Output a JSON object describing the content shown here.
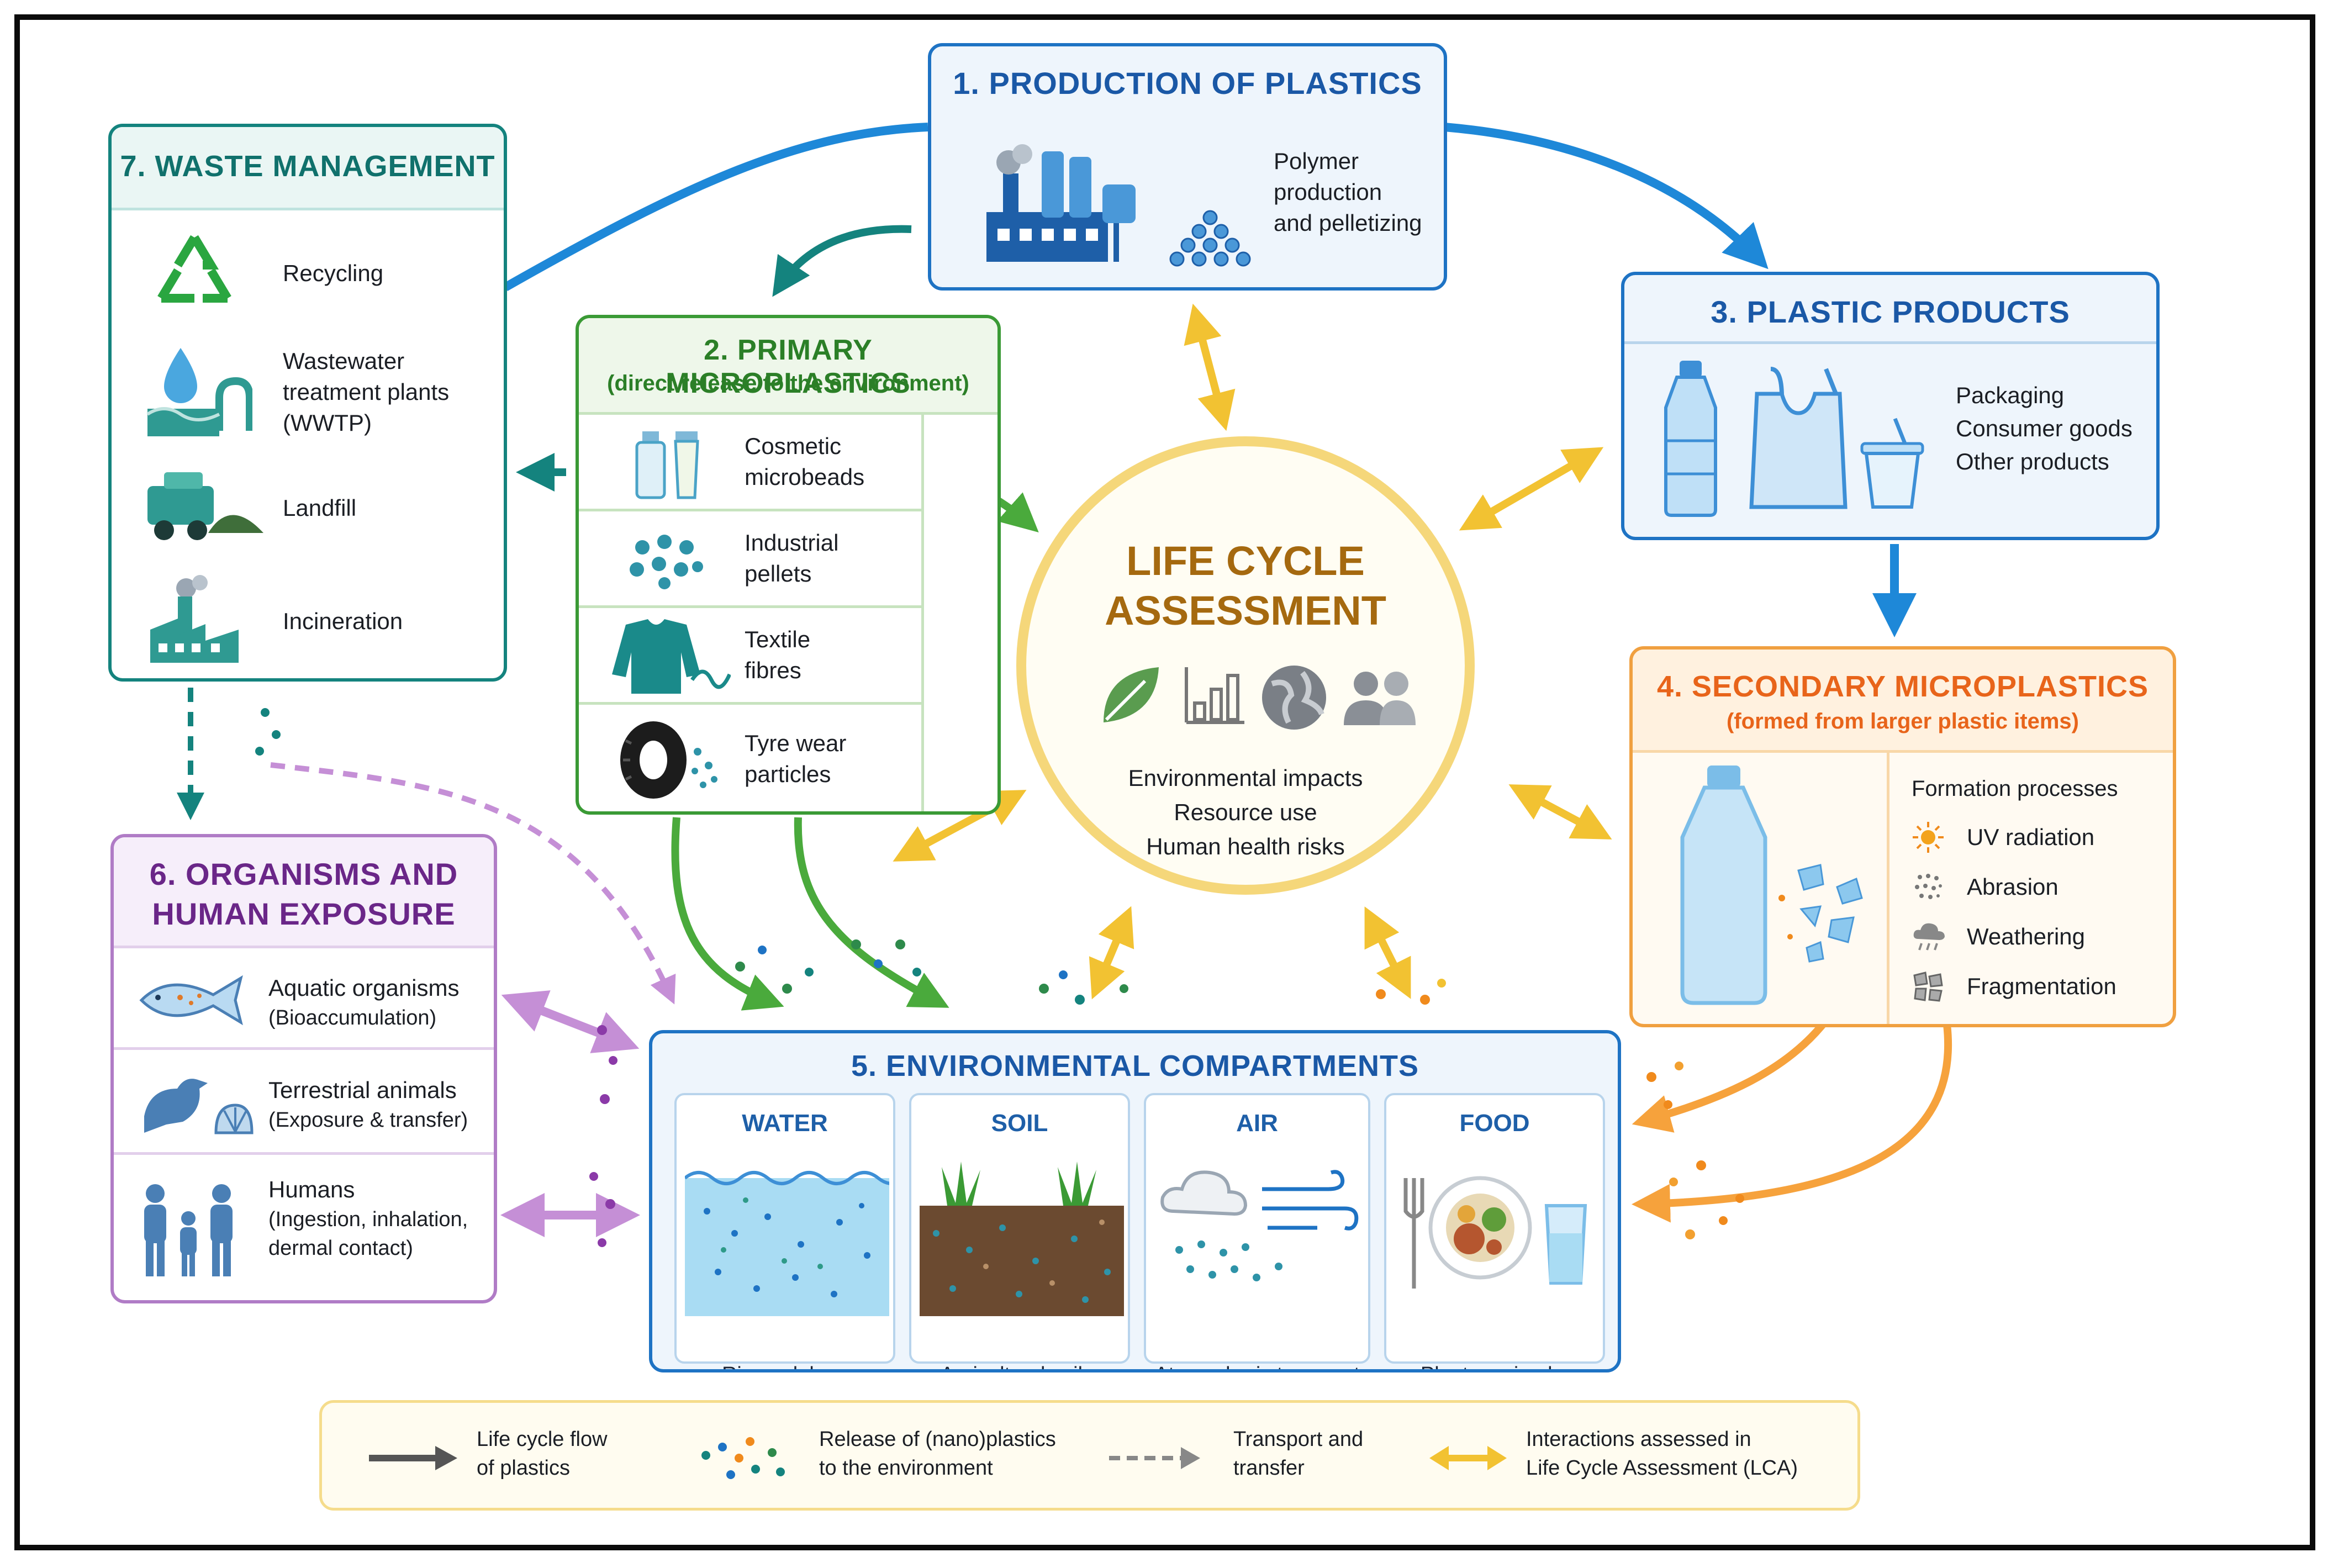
{
  "diagram": {
    "center": {
      "title_line1": "LIFE CYCLE",
      "title_line2": "ASSESSMENT",
      "lines": [
        "Environmental impacts",
        "Resource use",
        "Human health risks"
      ],
      "icons": [
        "leaf-icon",
        "bar-chart-icon",
        "globe-icon",
        "people-icon"
      ]
    },
    "production": {
      "title": "1. PRODUCTION OF PLASTICS",
      "text": "Polymer\nproduction\nand pelletizing",
      "icons": [
        "factory-icon",
        "pellets-icon"
      ]
    },
    "primary": {
      "title": "2. PRIMARY MICROPLASTICS",
      "subtitle": "(direct release to the environment)",
      "items": [
        {
          "label": "Cosmetic\nmicrobeads",
          "icon": "cosmetics-icon"
        },
        {
          "label": "Industrial\npellets",
          "icon": "pellets-icon"
        },
        {
          "label": "Textile\nfibres",
          "icon": "sweater-icon"
        },
        {
          "label": "Tyre wear\nparticles",
          "icon": "tyre-icon"
        }
      ]
    },
    "products": {
      "title": "3. PLASTIC PRODUCTS",
      "items": [
        "Packaging",
        "Consumer goods",
        "Other products"
      ],
      "icons": [
        "bottle-icon",
        "plastic-bag-icon",
        "cup-icon"
      ]
    },
    "secondary": {
      "title": "4. SECONDARY MICROPLASTICS",
      "subtitle": "(formed from larger plastic items)",
      "processes_title": "Formation processes",
      "processes": [
        {
          "label": "UV radiation",
          "icon": "sun-icon"
        },
        {
          "label": "Abrasion",
          "icon": "abrasion-icon"
        },
        {
          "label": "Weathering",
          "icon": "cloud-rain-icon"
        },
        {
          "label": "Fragmentation",
          "icon": "fragments-icon"
        }
      ]
    },
    "environment": {
      "title": "5. ENVIRONMENTAL COMPARTMENTS",
      "compartments": [
        {
          "name": "WATER",
          "text": "Rivers, lakes,\nseas, oceans,\ngroundwater",
          "icon": "water-icon"
        },
        {
          "name": "SOIL",
          "text": "Agricultural soils,\nforest soils,\nsediments",
          "icon": "soil-icon"
        },
        {
          "name": "AIR",
          "text": "Atmospheric transport\nand deposition",
          "icon": "wind-icon"
        },
        {
          "name": "FOOD",
          "text": "Plants, animals,\nseafood, salt,\ndrinking water",
          "icon": "food-plate-icon"
        }
      ]
    },
    "organisms": {
      "title_line1": "6. ORGANISMS AND",
      "title_line2": "HUMAN EXPOSURE",
      "items": [
        {
          "label": "Aquatic organisms",
          "detail": "(Bioaccumulation)",
          "icon": "fish-icon"
        },
        {
          "label": "Terrestrial animals",
          "detail": "(Exposure & transfer)",
          "icon": "bird-icon"
        },
        {
          "label": "Humans",
          "detail": "(Ingestion, inhalation,\ndermal contact)",
          "icon": "family-icon"
        }
      ]
    },
    "waste": {
      "title": "7. WASTE MANAGEMENT",
      "items": [
        {
          "label": "Recycling",
          "icon": "recycle-icon"
        },
        {
          "label": "Wastewater\ntreatment plants\n(WWTP)",
          "icon": "wwtp-icon"
        },
        {
          "label": "Landfill",
          "icon": "landfill-truck-icon"
        },
        {
          "label": "Incineration",
          "icon": "incinerator-icon"
        }
      ]
    },
    "legend": [
      {
        "label": "Life cycle flow\nof plastics",
        "icon": "solid-arrow-icon"
      },
      {
        "label": "Release of (nano)plastics\nto the environment",
        "icon": "dots-icon"
      },
      {
        "label": "Transport and\ntransfer",
        "icon": "dashed-arrow-icon"
      },
      {
        "label": "Interactions assessed in\nLife Cycle Assessment (LCA)",
        "icon": "double-arrow-icon"
      }
    ],
    "colors": {
      "blue": "#1e73c4",
      "teal": "#14837e",
      "green": "#3a9a35",
      "purple": "#7b2d96",
      "orange": "#f08a1c",
      "gold": "#f2c232",
      "center_title": "#a5690f"
    }
  }
}
